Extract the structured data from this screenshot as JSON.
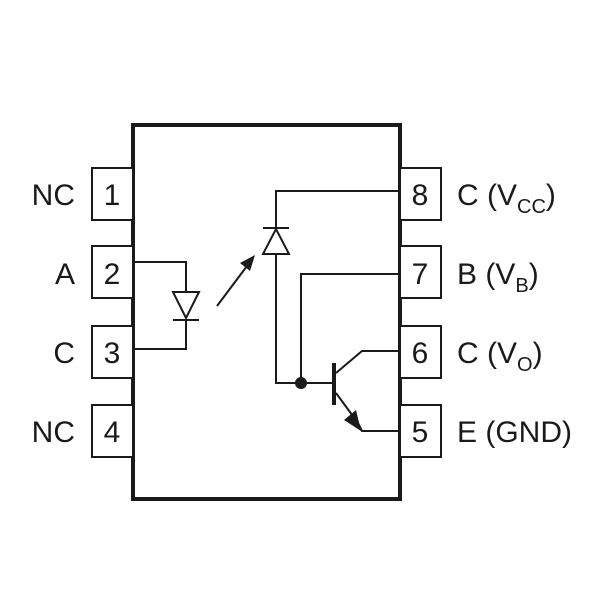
{
  "pins": [
    {
      "number": "1",
      "label": "NC"
    },
    {
      "number": "2",
      "label": "A"
    },
    {
      "number": "3",
      "label": "C"
    },
    {
      "number": "4",
      "label": "NC"
    },
    {
      "number": "5",
      "label": "E (GND)"
    },
    {
      "number": "6",
      "label_main": "C (V",
      "label_sub": "O",
      "label_end": ")"
    },
    {
      "number": "7",
      "label_main": "B (V",
      "label_sub": "B",
      "label_end": ")"
    },
    {
      "number": "8",
      "label_main": "C (V",
      "label_sub": "CC",
      "label_end": ")"
    }
  ]
}
